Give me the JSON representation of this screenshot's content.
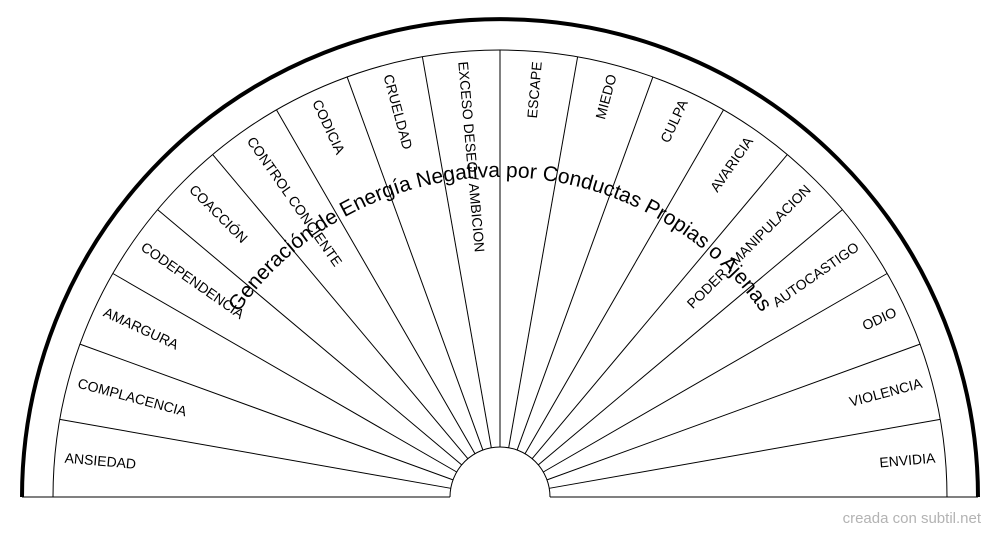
{
  "title": "Generación de Energía Negativa por Conductas Propias o Ajenas",
  "sectors": [
    "ANSIEDAD",
    "COMPLACENCIA",
    "AMARGURA",
    "CODEPENDENCIA",
    "COACCIÓN",
    "CONTROL CONCIENTE",
    "CODICIA",
    "CRUELDAD",
    "EXCESO DESEO / AMBICION",
    "ESCAPE",
    "MIEDO",
    "CULPA",
    "AVARICIA",
    "PODER / MANIPULACION",
    "AUTOCASTIGO",
    "ODIO",
    "VIOLENCIA",
    "ENVIDIA"
  ],
  "credit": "creada con subtil.net",
  "colors": {
    "ink": "#000000",
    "background": "#ffffff",
    "credit": "#b3b3b3"
  }
}
